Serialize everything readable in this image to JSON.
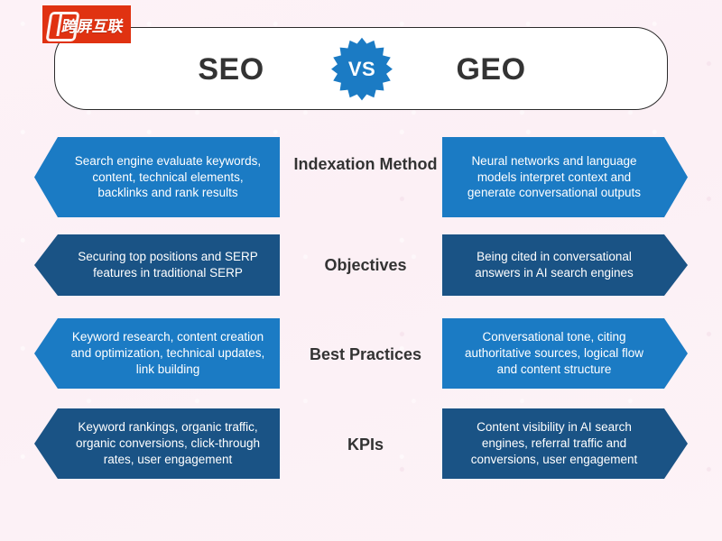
{
  "background_color": "#fdf1f6",
  "logo": {
    "text": "跨屏互联",
    "background_color": "#e03211",
    "icon": "screen-frame-mark"
  },
  "header": {
    "left_title": "SEO",
    "right_title": "GEO",
    "vs_label": "VS",
    "vs_color": "#1b7bc4",
    "bar_background": "#ffffff",
    "bar_border_color": "#2b2b2b"
  },
  "colors": {
    "bright_blue": "#1b7bc4",
    "dark_navy": "#1a5385",
    "label_text": "#333333"
  },
  "rows": [
    {
      "label": "Indexation Method",
      "left_text": "Search engine evaluate keywords, content, technical elements, backlinks and rank results",
      "right_text": "Neural networks and language models interpret context and generate conversational outputs",
      "color": "#1b7bc4"
    },
    {
      "label": "Objectives",
      "left_text": "Securing top positions and SERP features in traditional SERP",
      "right_text": "Being cited in conversational answers in AI search engines",
      "color": "#1a5385"
    },
    {
      "label": "Best Practices",
      "left_text": "Keyword research, content creation and optimization, technical updates, link building",
      "right_text": "Conversational tone, citing authoritative sources, logical flow and content structure",
      "color": "#1b7bc4"
    },
    {
      "label": "KPIs",
      "left_text": "Keyword rankings, organic traffic, organic conversions,  click-through rates, user engagement",
      "right_text": "Content visibility in AI search engines, referral traffic and conversions, user engagement",
      "color": "#1a5385"
    }
  ]
}
